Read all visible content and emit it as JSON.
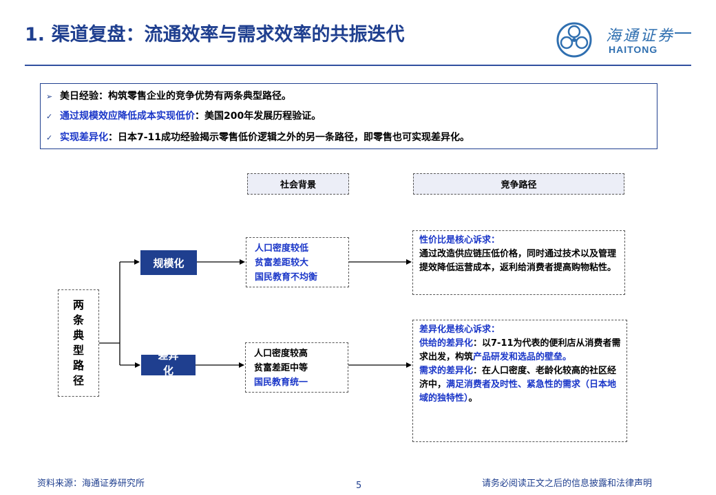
{
  "header": {
    "title": "1. 渠道复盘：流通效率与需求效率的共振迭代",
    "logo_cn": "海通证券",
    "logo_en": "HAITONG"
  },
  "summary": {
    "line1_mark": "➢",
    "line1": "美日经验：构筑零售企业的竞争优势有两条典型路径。",
    "line2_mark": "✓",
    "line2_blue": "通过规模效应降低成本实现低价",
    "line2_rest": "：美国200年发展历程验证。",
    "line3_mark": "✓",
    "line3_blue": "实现差异化",
    "line3_rest": "：日本7-11成功经验揭示零售低价逻辑之外的另一条路径，即零售也可实现差异化。"
  },
  "diagram": {
    "header_background": "社会背景",
    "header_path": "竞争路径",
    "root_chars": [
      "两",
      "条",
      "典",
      "型",
      "路",
      "径"
    ],
    "branch_scale": "规模化",
    "branch_diff_line1": "差异",
    "branch_diff_line2": "化",
    "bg_scale": [
      "人口密度较低",
      "贫富差距较大",
      "国民教育不均衡"
    ],
    "bg_diff": [
      "人口密度较高",
      "贫富差距中等",
      "国民教育统一"
    ],
    "path_scale": {
      "heading": "性价比是核心诉求：",
      "body": "通过改造供应链压低价格，同时通过技术以及管理提效降低运营成本，返利给消费者提高购物粘性。"
    },
    "path_diff": {
      "heading": "差异化是核心诉求：",
      "p1_blue": "供给的差异化",
      "p1_a": "：以7-11为代表的便利店从消费者需求出发，构筑",
      "p1_blue2": "产品研发和选品的壁垒。",
      "p2_blue": "需求的差异化",
      "p2_a": "：在人口密度、老龄化较高的社区经济中，",
      "p2_blue2": "满足消费者及时性、紧急性的需求（日本地域的独特性）",
      "p2_end": "。"
    }
  },
  "footer": {
    "source": "资料来源：海通证券研究所",
    "page": "5",
    "disclaimer": "请务必阅读正文之后的信息披露和法律声明"
  },
  "colors": {
    "brand": "#1f3f8f",
    "accent_text": "#1a36c8",
    "header_fill": "#eceef7"
  },
  "icons": [
    "haitong-logo-icon",
    "triangle-bullet-icon",
    "checkmark-icon",
    "arrow-icon"
  ]
}
